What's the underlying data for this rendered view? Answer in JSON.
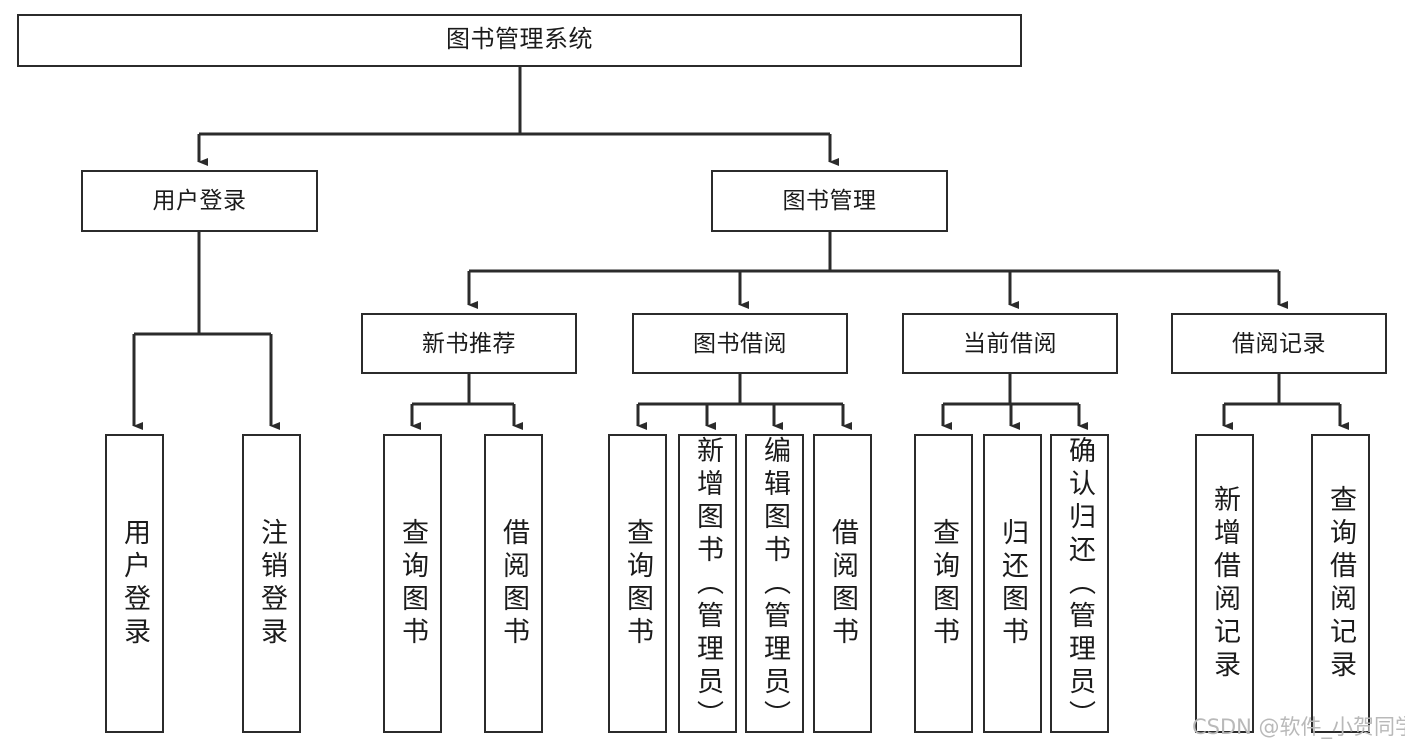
{
  "diagram": {
    "type": "tree-hierarchy-chart",
    "title": "图书管理系统",
    "watermark": "CSDN @软件_小贺同学",
    "colors": {
      "box_border": "#2b2b2b",
      "box_fill": "#ffffff",
      "connector": "#2b2b2b",
      "text": "#1b1b1b",
      "watermark": "#b9b9b9",
      "background": "#ffffff"
    },
    "levels": {
      "level1": [
        "图书管理系统"
      ],
      "level2": [
        "用户登录",
        "图书管理"
      ],
      "level3": [
        "新书推荐",
        "图书借阅",
        "当前借阅",
        "借阅记录"
      ],
      "level4": [
        "用户登录",
        "注销登录",
        "查询图书",
        "借阅图书",
        "查询图书",
        "新增图书（管理员）",
        "编辑图书（管理员）",
        "借阅图书",
        "查询图书",
        "归还图书",
        "确认归还（管理员）",
        "新增借阅记录",
        "查询借阅记录"
      ]
    },
    "nodes": {
      "root": {
        "label": "图书管理系统"
      },
      "user_login": {
        "label": "用户登录"
      },
      "book_mgmt": {
        "label": "图书管理"
      },
      "new_book_rec": {
        "label": "新书推荐"
      },
      "book_borrow": {
        "label": "图书借阅"
      },
      "current_borrow": {
        "label": "当前借阅"
      },
      "borrow_record": {
        "label": "借阅记录"
      },
      "leaf_user_login": {
        "label": "用户登录"
      },
      "leaf_logout": {
        "label": "注销登录"
      },
      "leaf_query_book_a": {
        "label": "查询图书"
      },
      "leaf_borrow_book_a": {
        "label": "借阅图书"
      },
      "leaf_query_book_b": {
        "label": "查询图书"
      },
      "leaf_add_book_admin": {
        "label": "新增图书（管理员）"
      },
      "leaf_edit_book_admin": {
        "label": "编辑图书（管理员）"
      },
      "leaf_borrow_book_b": {
        "label": "借阅图书"
      },
      "leaf_query_book_c": {
        "label": "查询图书"
      },
      "leaf_return_book": {
        "label": "归还图书"
      },
      "leaf_confirm_return_admin": {
        "label": "确认归还（管理员）"
      },
      "leaf_add_borrow_record": {
        "label": "新增借阅记录"
      },
      "leaf_query_borrow_record": {
        "label": "查询借阅记录"
      }
    }
  }
}
